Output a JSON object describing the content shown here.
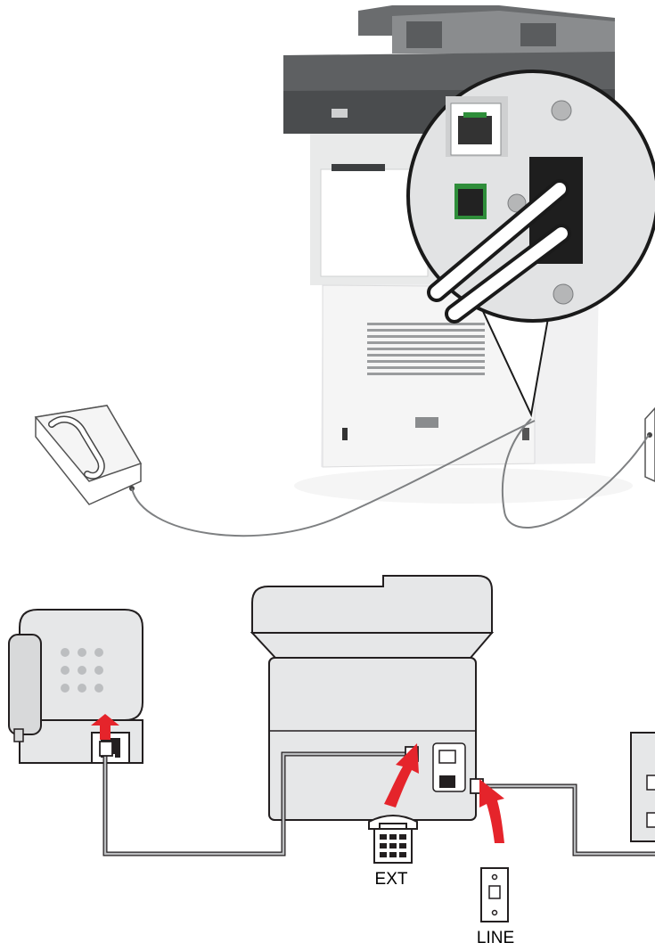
{
  "diagram": {
    "labels": {
      "ext": "EXT",
      "line": "LINE"
    },
    "colors": {
      "arrow": "#e5242b",
      "device_body": "#e6e7e8",
      "device_outline": "#231f20",
      "printer_dark_gray": "#5e6062",
      "cable": "#8a8c8e",
      "zoom_outline": "#1a1a1a"
    },
    "icons": [
      "printer-photo",
      "zoom-callout",
      "ethernet-port",
      "phone-photo",
      "wall-jack-photo",
      "telephone-icon",
      "mfp-icon",
      "phone-plug-icon",
      "phone-ext-symbol",
      "wall-line-symbol",
      "arrow-icon"
    ]
  }
}
